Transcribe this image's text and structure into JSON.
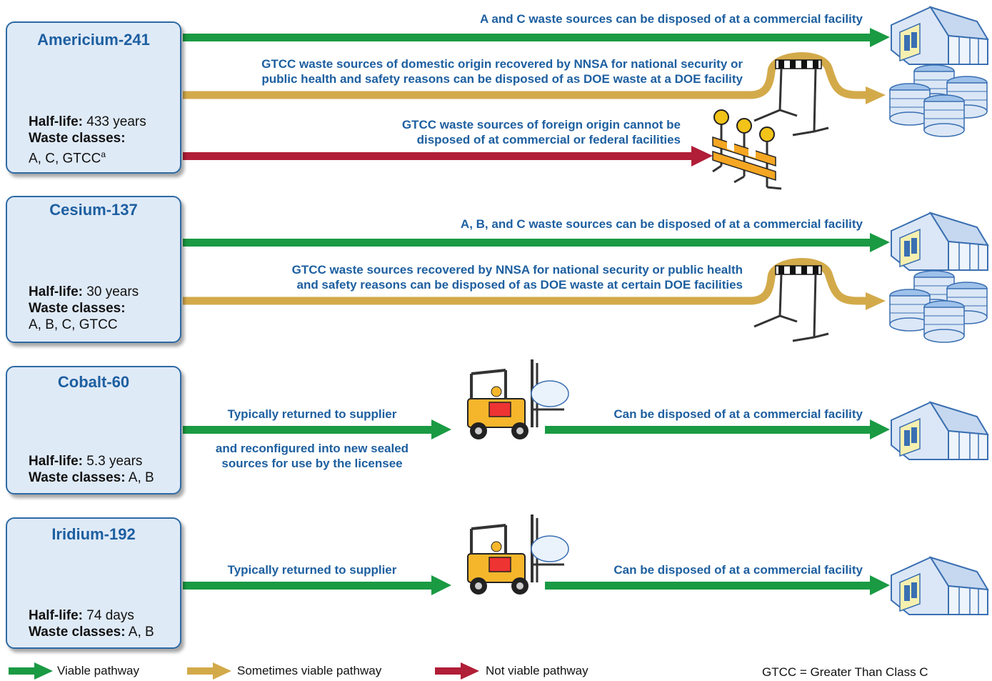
{
  "isotopes": [
    {
      "name": "Americium-241",
      "half_life_label": "Half-life:",
      "half_life": "433 years",
      "classes_label": "Waste classes:",
      "classes": "A, C, GTCC",
      "classes_sup": "a"
    },
    {
      "name": "Cesium-137",
      "half_life_label": "Half-life:",
      "half_life": "30 years",
      "classes_label": "Waste classes:",
      "classes": "A, B, C, GTCC"
    },
    {
      "name": "Cobalt-60",
      "half_life_label": "Half-life:",
      "half_life": "5.3 years",
      "classes_label": "Waste classes:",
      "classes": "A, B"
    },
    {
      "name": "Iridium-192",
      "half_life_label": "Half-life:",
      "half_life": "74 days",
      "classes_label": "Waste classes:",
      "classes": "A, B"
    }
  ],
  "pathways": {
    "am_commercial": "A and C waste sources can be disposed of at a commercial facility",
    "am_doe_1": "GTCC waste sources of domestic origin recovered by NNSA for national security or",
    "am_doe_2": "public health and safety reasons can be disposed of as DOE waste at a DOE facility",
    "am_foreign_1": "GTCC waste sources of foreign origin cannot be",
    "am_foreign_2": "disposed of at commercial or federal facilities",
    "cs_commercial": "A, B, and C waste sources can be disposed of at a commercial facility",
    "cs_doe_1": "GTCC waste sources recovered by NNSA for national security or public health",
    "cs_doe_2": "and safety reasons can be disposed of as DOE waste at certain DOE facilities",
    "co_supplier": "Typically returned to supplier",
    "co_reconfig_1": "and reconfigured into  new sealed",
    "co_reconfig_2": "sources for use by the licensee",
    "co_commercial": "Can be disposed of at a commercial facility",
    "ir_supplier": "Typically returned to supplier",
    "ir_commercial": "Can be disposed of at a commercial facility"
  },
  "legend": {
    "viable": "Viable pathway",
    "sometimes": "Sometimes viable pathway",
    "not_viable": "Not viable pathway",
    "gtcc_note": "GTCC = Greater Than Class C"
  },
  "colors": {
    "viable": "#1a9a43",
    "sometimes": "#d3aa4a",
    "not_viable": "#b01e37",
    "text_blue": "#1d5fa0"
  }
}
